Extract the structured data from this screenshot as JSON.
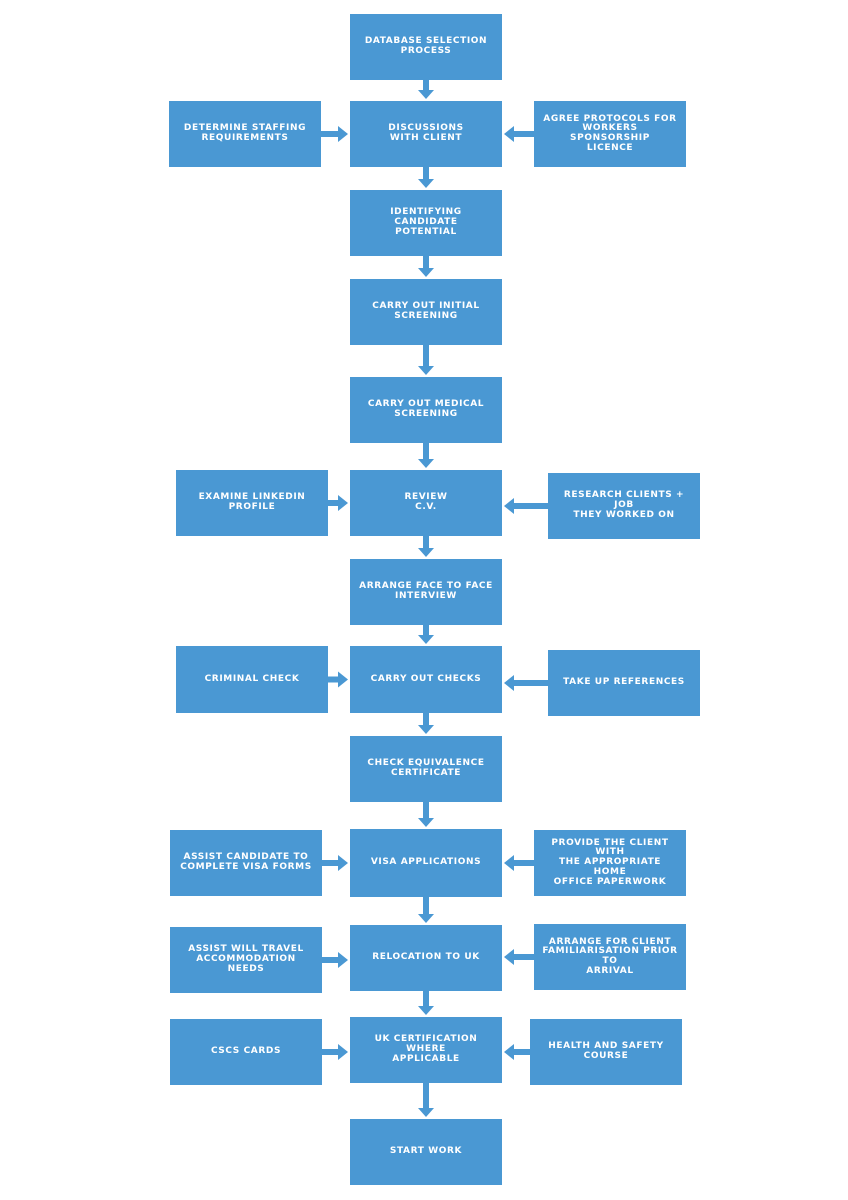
{
  "colors": {
    "box": "#4a98d3",
    "arrow": "#4a98d3",
    "text": "#ffffff",
    "background": "#ffffff"
  },
  "steps": [
    {
      "id": "database-selection",
      "label": "DATABASE SELECTION\nPROCESS"
    },
    {
      "id": "discussions-client",
      "label": "DISCUSSIONS\nWITH CLIENT"
    },
    {
      "id": "identifying-candidate",
      "label": "IDENTIFYING CANDIDATE\nPOTENTIAL"
    },
    {
      "id": "initial-screening",
      "label": "CARRY OUT INITIAL\nSCREENING"
    },
    {
      "id": "medical-screening",
      "label": "CARRY OUT MEDICAL\nSCREENING"
    },
    {
      "id": "review-cv",
      "label": "REVIEW\nC.V."
    },
    {
      "id": "face-to-face",
      "label": "ARRANGE FACE TO FACE\nINTERVIEW"
    },
    {
      "id": "carry-out-checks",
      "label": "CARRY OUT CHECKS"
    },
    {
      "id": "equivalence-certificate",
      "label": "CHECK EQUIVALENCE\nCERTIFICATE"
    },
    {
      "id": "visa-applications",
      "label": "VISA APPLICATIONS"
    },
    {
      "id": "relocation-uk",
      "label": "RELOCATION TO UK"
    },
    {
      "id": "uk-certification",
      "label": "UK CERTIFICATION WHERE\nAPPLICABLE"
    },
    {
      "id": "start-work",
      "label": "START WORK"
    }
  ],
  "side_boxes": [
    {
      "id": "staffing-requirements",
      "label": "DETERMINE STAFFING\nREQUIREMENTS",
      "target": "discussions-client",
      "side": "left"
    },
    {
      "id": "agree-protocols",
      "label": "AGREE PROTOCOLS FOR\nWORKERS SPONSORSHIP\nLICENCE",
      "target": "discussions-client",
      "side": "right"
    },
    {
      "id": "linkedin-profile",
      "label": "EXAMINE LINKEDIN PROFILE",
      "target": "review-cv",
      "side": "left"
    },
    {
      "id": "research-clients",
      "label": "RESEARCH CLIENTS + JOB\nTHEY WORKED ON",
      "target": "review-cv",
      "side": "right"
    },
    {
      "id": "criminal-check",
      "label": "CRIMINAL CHECK",
      "target": "carry-out-checks",
      "side": "left"
    },
    {
      "id": "take-up-references",
      "label": "TAKE UP REFERENCES",
      "target": "carry-out-checks",
      "side": "right"
    },
    {
      "id": "assist-visa-forms",
      "label": "ASSIST CANDIDATE TO\nCOMPLETE VISA FORMS",
      "target": "visa-applications",
      "side": "left"
    },
    {
      "id": "home-office-paperwork",
      "label": "PROVIDE THE CLIENT WITH\nTHE APPROPRIATE HOME\nOFFICE PAPERWORK",
      "target": "visa-applications",
      "side": "right"
    },
    {
      "id": "travel-accommodation",
      "label": "ASSIST WILL TRAVEL\nACCOMMODATION NEEDS",
      "target": "relocation-uk",
      "side": "left"
    },
    {
      "id": "client-familiarisation",
      "label": "ARRANGE FOR CLIENT\nFAMILIARISATION PRIOR TO\nARRIVAL",
      "target": "relocation-uk",
      "side": "right"
    },
    {
      "id": "cscs-cards",
      "label": "CSCS CARDS",
      "target": "uk-certification",
      "side": "left"
    },
    {
      "id": "health-safety",
      "label": "HEALTH AND SAFETY\nCOURSE",
      "target": "uk-certification",
      "side": "right"
    }
  ]
}
